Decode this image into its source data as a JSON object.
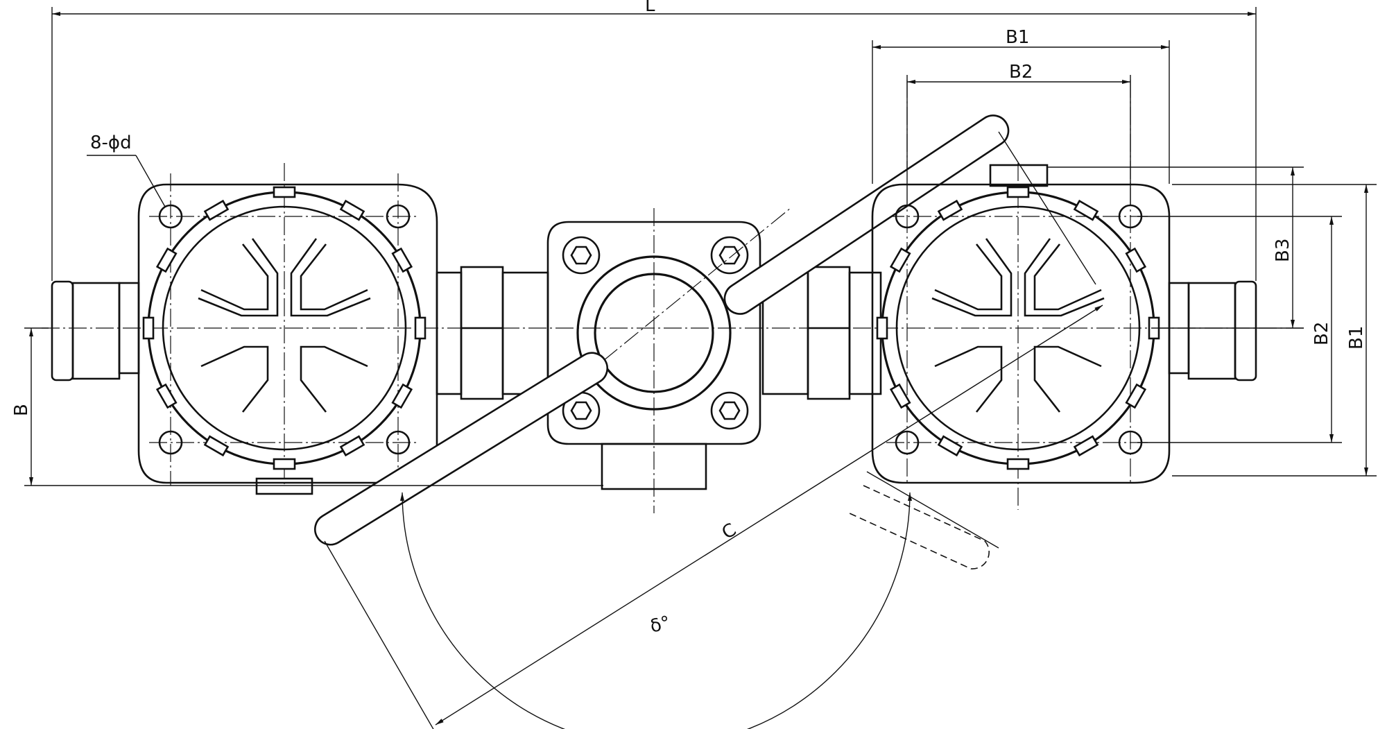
{
  "labels": {
    "overall_length": "L",
    "flange_width_outer": "B1",
    "flange_width_inner": "B2",
    "height_outer": "B1",
    "height_inner": "B2",
    "height_offset": "B3",
    "base_height": "B",
    "handle_reach": "C",
    "rotation_angle": "δ°",
    "bolt_holes": "8-ϕd"
  }
}
